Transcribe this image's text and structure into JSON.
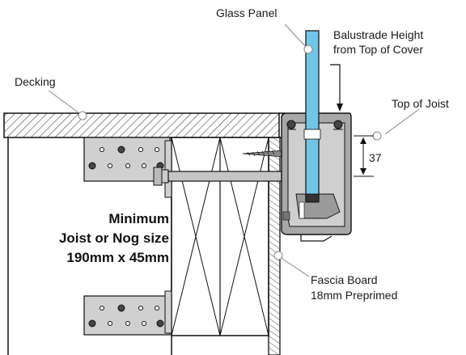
{
  "labels": {
    "glass_panel": "Glass Panel",
    "balustrade_line1": "Balustrade Height",
    "balustrade_line2": "from Top of Cover",
    "decking": "Decking",
    "top_of_joist": "Top of Joist",
    "dimension": "37",
    "joist_line1": "Minimum",
    "joist_line2": "Joist or Nog size",
    "joist_line3": "190mm x 45mm",
    "fascia_line1": "Fascia Board",
    "fascia_line2": "18mm Preprimed"
  },
  "colors": {
    "glass": "#6fc6e8",
    "bracket": "#c8c8c8",
    "line": "#1a1a1a",
    "cover": "#9c9c9c"
  }
}
